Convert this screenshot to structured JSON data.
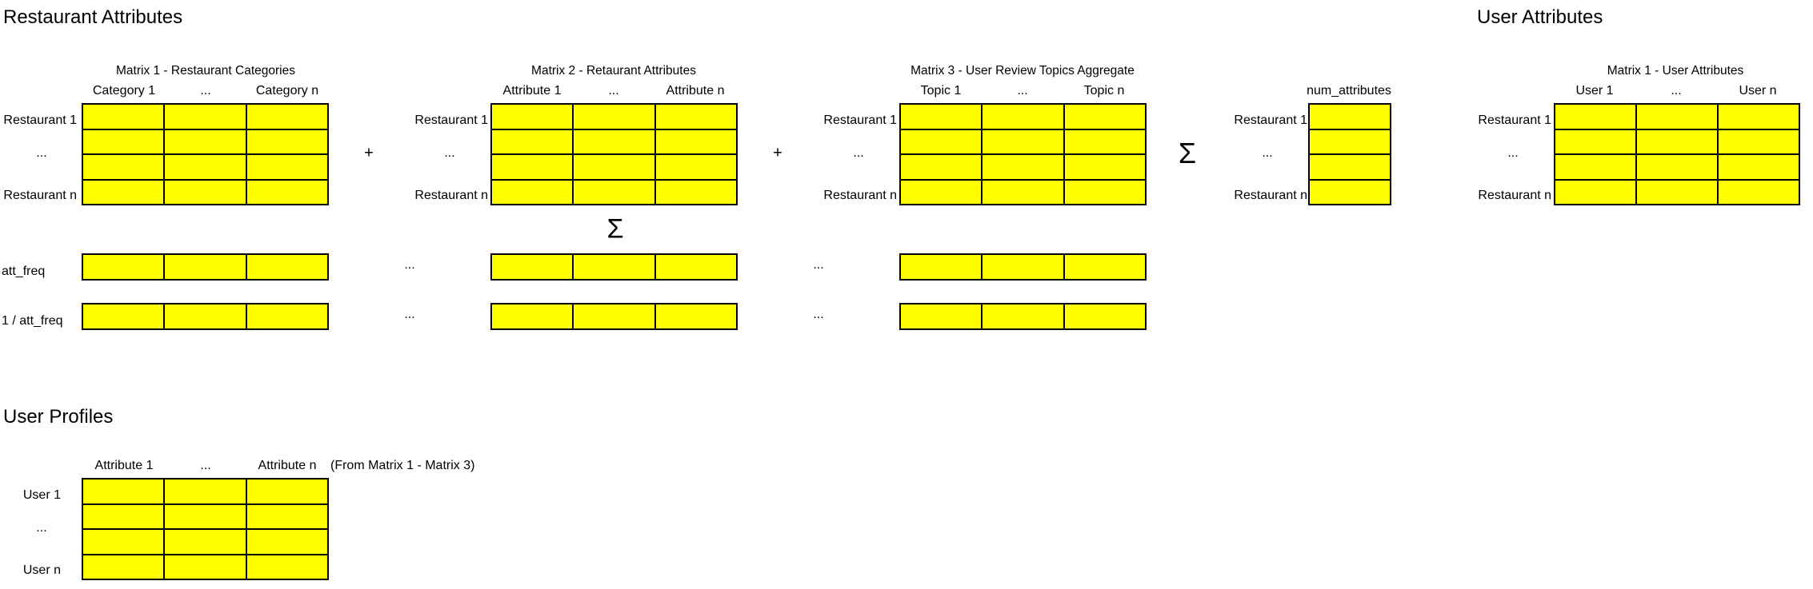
{
  "sections": {
    "restaurant_attributes": "Restaurant Attributes",
    "user_attributes": "User Attributes",
    "user_profiles": "User Profiles"
  },
  "matrix1": {
    "title": "Matrix 1 - Restaurant Categories",
    "columns": [
      "Category 1",
      "...",
      "Category n"
    ],
    "rows": [
      "Restaurant 1",
      "...",
      "Restaurant n"
    ]
  },
  "matrix2": {
    "title": "Matrix 2 - Retaurant Attributes",
    "columns": [
      "Attribute 1",
      "...",
      "Attribute n"
    ],
    "rows": [
      "Restaurant 1",
      "...",
      "Restaurant n"
    ]
  },
  "matrix3": {
    "title": "Matrix 3 - User Review Topics Aggregate",
    "columns": [
      "Topic 1",
      "...",
      "Topic n"
    ],
    "rows": [
      "Restaurant 1",
      "...",
      "Restaurant n"
    ]
  },
  "num_attributes": {
    "header": "num_attributes",
    "rows": [
      "Restaurant 1",
      "...",
      "Restaurant n"
    ]
  },
  "user_matrix": {
    "title": "Matrix 1 - User Attributes",
    "columns": [
      "User 1",
      "...",
      "User n"
    ],
    "rows": [
      "Restaurant 1",
      "...",
      "Restaurant n"
    ]
  },
  "freq": {
    "att_freq_label": "att_freq",
    "inv_att_freq_label": "1 / att_freq",
    "ellipsis": "..."
  },
  "operators": {
    "plus": "+",
    "sigma": "Σ"
  },
  "profiles": {
    "columns": [
      "Attribute 1",
      "...",
      "Attribute n"
    ],
    "note": "(From Matrix 1 - Matrix 3)",
    "rows": [
      "User 1",
      "...",
      "User n"
    ]
  },
  "colors": {
    "cell_fill": "#ffff00",
    "cell_border": "#000000"
  }
}
